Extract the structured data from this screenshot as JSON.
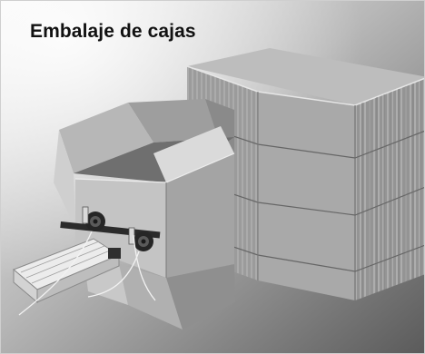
{
  "figure": {
    "title": "Embalaje de cajas"
  },
  "scene": {
    "items": [
      "flat-box-stack",
      "open-cardboard-box",
      "photoelectric-sensor",
      "sensor-bracket",
      "pneumatic-cylinder",
      "sensor-cables"
    ]
  }
}
